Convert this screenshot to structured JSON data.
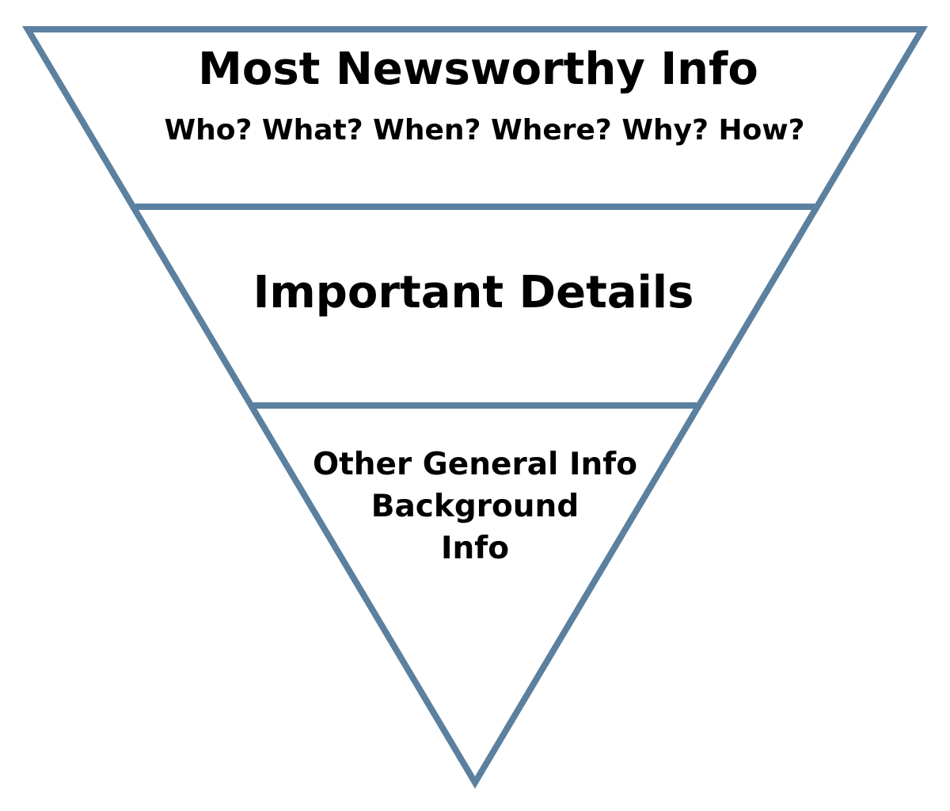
{
  "colors": {
    "outline": "#5b80a0",
    "text": "#000000",
    "background": "#ffffff"
  },
  "tiers": [
    {
      "title": "Most Newsworthy Info",
      "subtitle": "Who? What? When? Where? Why? How?"
    },
    {
      "title": "Important Details"
    },
    {
      "lines": [
        "Other General Info",
        "Background",
        "Info"
      ]
    }
  ]
}
